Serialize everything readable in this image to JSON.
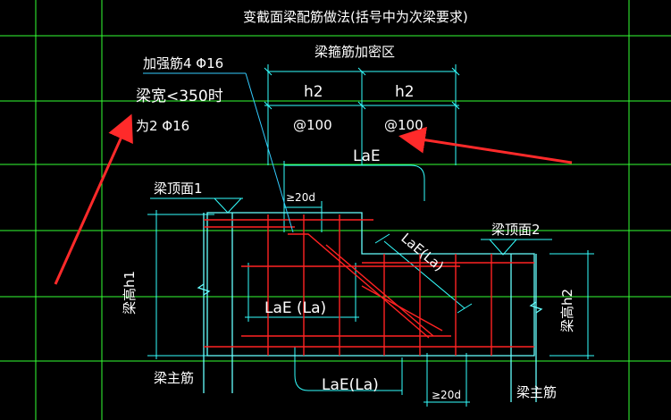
{
  "drawing": {
    "title": "变截面梁配筋做法(括号中为次梁要求)",
    "reinforce_bar": "加强筋4 Φ16",
    "beam_width_note": "梁宽<350时",
    "alt_bar": "为2 Φ16",
    "stirrup_zone": "梁箍筋加密区",
    "h2_left": "h2",
    "h2_right": "h2",
    "spacing_left": "@100",
    "spacing_right": "@100",
    "lae_top": "LaE",
    "ge20d_top": "≥20d",
    "beam_top_1": "梁顶面1",
    "beam_top_2": "梁顶面2",
    "lae_diag": "LaE(La)",
    "beam_height_1": "梁高h1",
    "beam_height_2": "梁高h2",
    "lae_mid": "LaE (La)",
    "lae_bottom": "LaE(La)",
    "ge20d_bottom": "≥20d",
    "main_bar_left": "梁主筋",
    "main_bar_right": "梁主筋"
  },
  "colors": {
    "background": "#000000",
    "grid": "#33ff33",
    "dim": "#33ffff",
    "rebar": "#ff2222",
    "text": "#ffffff",
    "leader": "#33ccff",
    "outline": "#66ffff",
    "arrow": "#ff2a2a"
  }
}
